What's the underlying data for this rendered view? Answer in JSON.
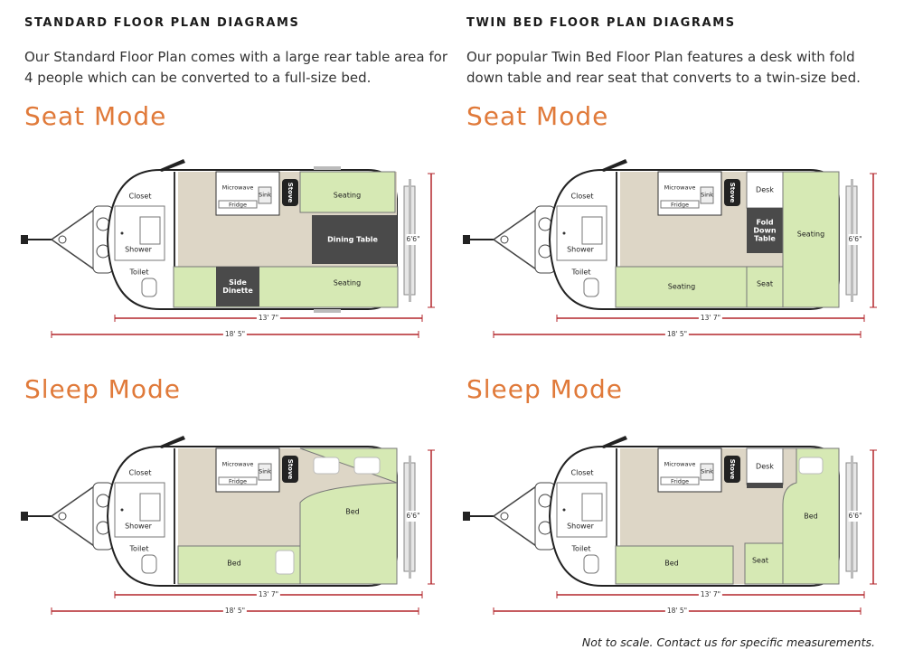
{
  "standard": {
    "title": "STANDARD FLOOR PLAN DIAGRAMS",
    "description": "Our Standard Floor Plan comes with a large rear table area for 4 people which can be converted to a full-size bed.",
    "seat_mode": "Seat Mode",
    "sleep_mode": "Sleep Mode"
  },
  "twin": {
    "title": "TWIN BED FLOOR PLAN DIAGRAMS",
    "description": "Our popular Twin Bed Floor Plan features a desk with fold down table and rear seat that converts to a twin-size bed.",
    "seat_mode": "Seat Mode",
    "sleep_mode": "Sleep Mode"
  },
  "labels": {
    "closet": "Closet",
    "shower": "Shower",
    "toilet": "Toilet",
    "microwave": "Microwave",
    "fridge": "Fridge",
    "sink": "Sink",
    "stove": "Stove",
    "seating": "Seating",
    "dining_table": "Dining Table",
    "side_dinette": "Side Dinette",
    "bed": "Bed",
    "desk": "Desk",
    "fold_down_table": "Fold Down Table",
    "seat": "Seat"
  },
  "dimensions": {
    "interior_length": "13' 7\"",
    "overall_length": "18' 5\"",
    "width": "6'6\""
  },
  "colors": {
    "accent": "#e07a3a",
    "dimension_red": "#b3262b",
    "green_fill": "#d6e9b4",
    "dark_fill": "#4a4a4a",
    "floor_tan": "#ddd6c6"
  },
  "footer_note": "Not to scale. Contact us for specific measurements."
}
